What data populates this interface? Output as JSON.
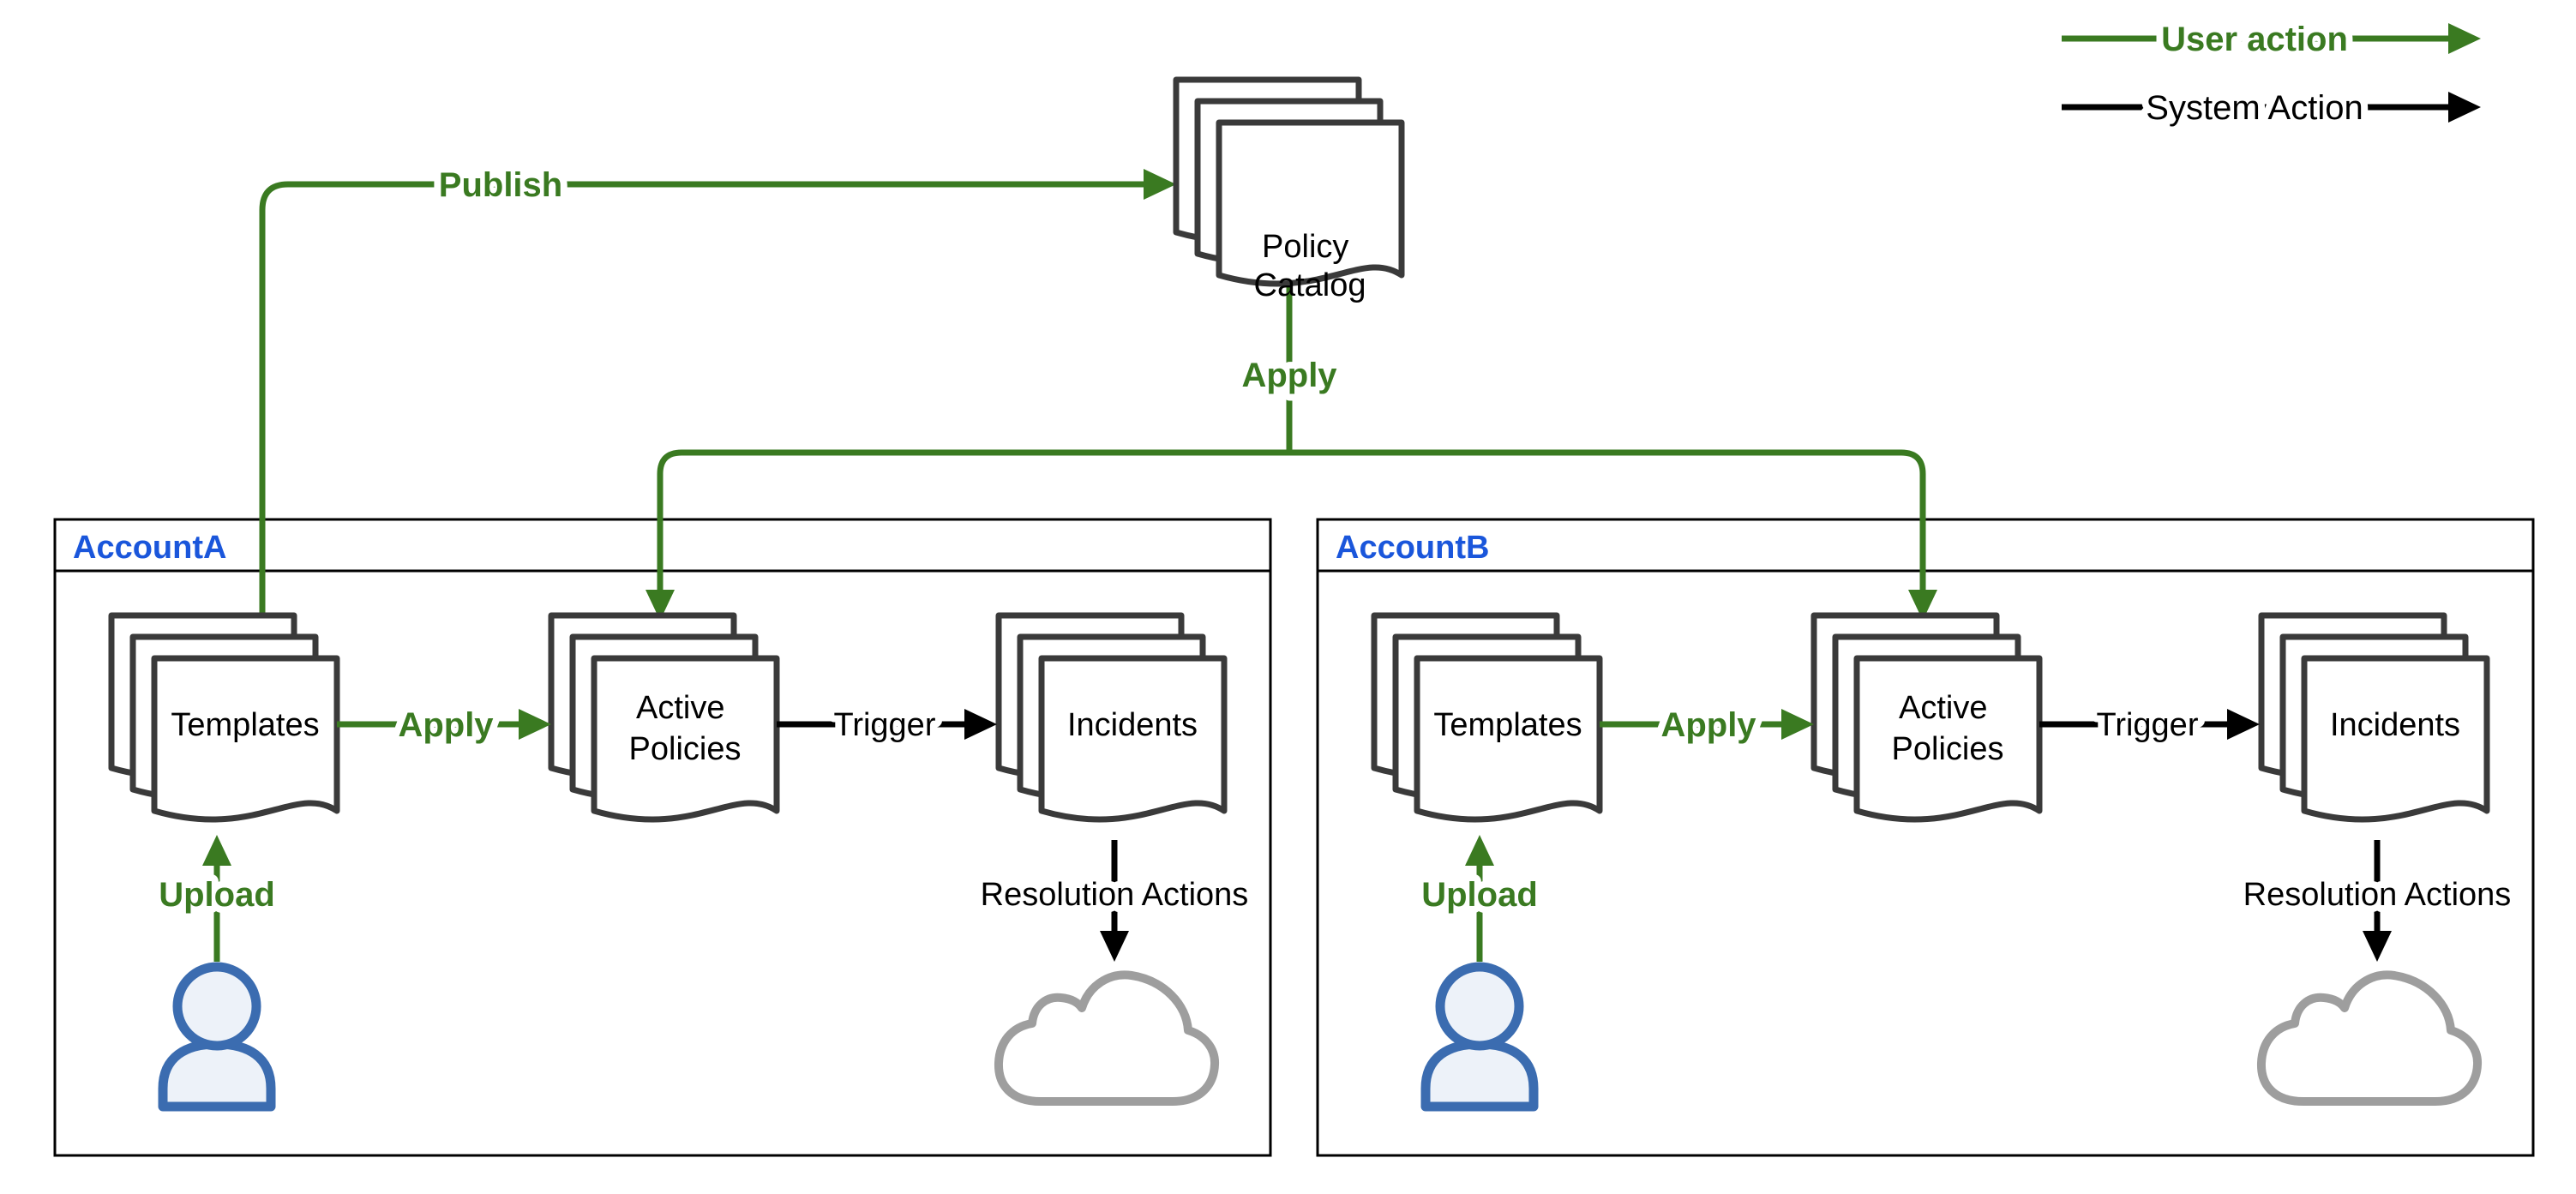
{
  "legend": {
    "user_action_label": "User action",
    "system_action_label": "System Action"
  },
  "policy_catalog": {
    "label_lines": [
      "Policy",
      "Catalog"
    ]
  },
  "global_flows": {
    "publish_label": "Publish",
    "apply_label": "Apply"
  },
  "accounts": [
    {
      "title": "AccountA",
      "templates_label": "Templates",
      "apply_label": "Apply",
      "active_policies_lines": [
        "Active",
        "Policies"
      ],
      "trigger_label": "Trigger",
      "incidents_label": "Incidents",
      "resolution_actions_label": "Resolution Actions",
      "upload_label": "Upload"
    },
    {
      "title": "AccountB",
      "templates_label": "Templates",
      "apply_label": "Apply",
      "active_policies_lines": [
        "Active",
        "Policies"
      ],
      "trigger_label": "Trigger",
      "incidents_label": "Incidents",
      "resolution_actions_label": "Resolution Actions",
      "upload_label": "Upload"
    }
  ],
  "icons": {
    "policy_catalog": "document-stack-icon",
    "templates": "document-stack-icon",
    "active_policies": "document-stack-icon",
    "incidents": "document-stack-icon",
    "user": "person-icon",
    "resolution_target": "cloud-icon"
  },
  "colors": {
    "user_action_green": "#3a7a21",
    "system_action_black": "#000000",
    "account_title_blue": "#1a56db",
    "document_outline": "#3a3a3a",
    "cloud_outline": "#9e9e9e",
    "person_outline": "#3b6cb0",
    "person_fill": "#edf2f9",
    "background": "#ffffff"
  }
}
